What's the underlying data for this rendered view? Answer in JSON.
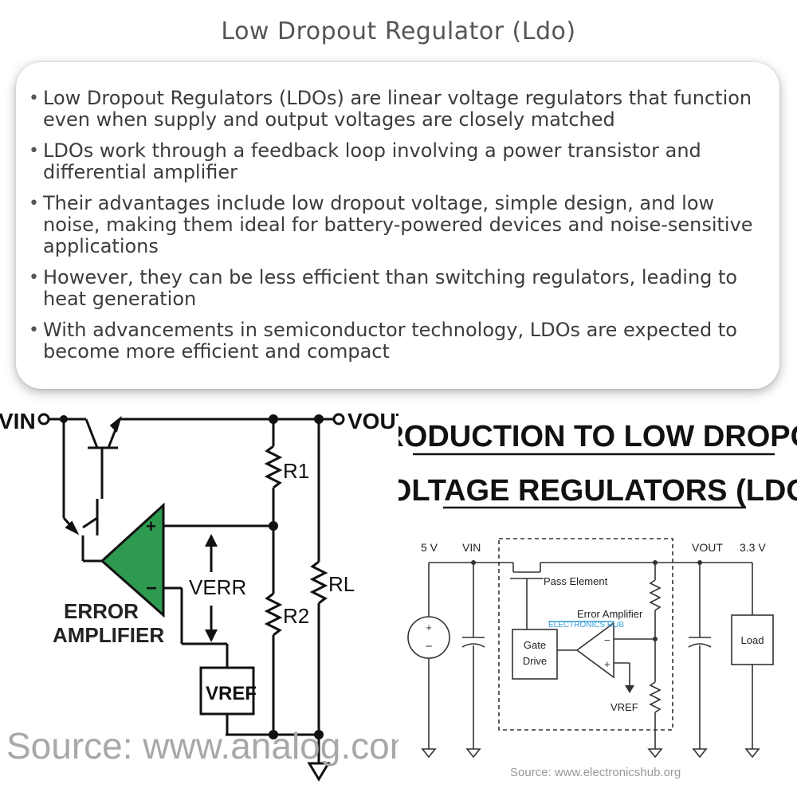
{
  "page": {
    "title": "Low Dropout Regulator (Ldo)"
  },
  "bullets": [
    "Low Dropout Regulators (LDOs) are linear voltage regulators that function even when supply and output voltages are closely matched",
    "LDOs work through a feedback loop involving a power transistor and differential amplifier",
    "Their advantages include low dropout voltage, simple design, and low noise, making them ideal for battery-powered devices and noise-sensitive applications",
    "However, they can be less efficient than switching regulators, leading to heat generation",
    "With advancements in semiconductor technology, LDOs are expected to become more efficient and compact"
  ],
  "left_diagram": {
    "vin": "VIN",
    "vout": "VOUT",
    "r1": "R1",
    "r2": "R2",
    "rl": "RL",
    "verr": "VERR",
    "vref": "VREF",
    "error_amp_line1": "ERROR",
    "error_amp_line2": "AMPLIFIER",
    "plus": "+",
    "minus": "−",
    "source": "Source: www.analog.com",
    "amp_color": "#2e9a4f"
  },
  "right_diagram": {
    "heading_line1": "INTRODUCTION TO LOW DROPOUT",
    "heading_line2": "VOLTAGE REGULATORS (LDO)",
    "v_in_supply": "5 V",
    "vin": "VIN",
    "vout": "VOUT",
    "v_out_value": "3.3 V",
    "pass_element": "Pass Element",
    "error_amplifier": "Error Amplifier",
    "watermark": "ELECTRONICS HUB",
    "gate_drive_line1": "Gate",
    "gate_drive_line2": "Drive",
    "load": "Load",
    "vref": "VREF",
    "plus": "+",
    "minus": "−",
    "source": "Source: www.electronicshub.org"
  }
}
